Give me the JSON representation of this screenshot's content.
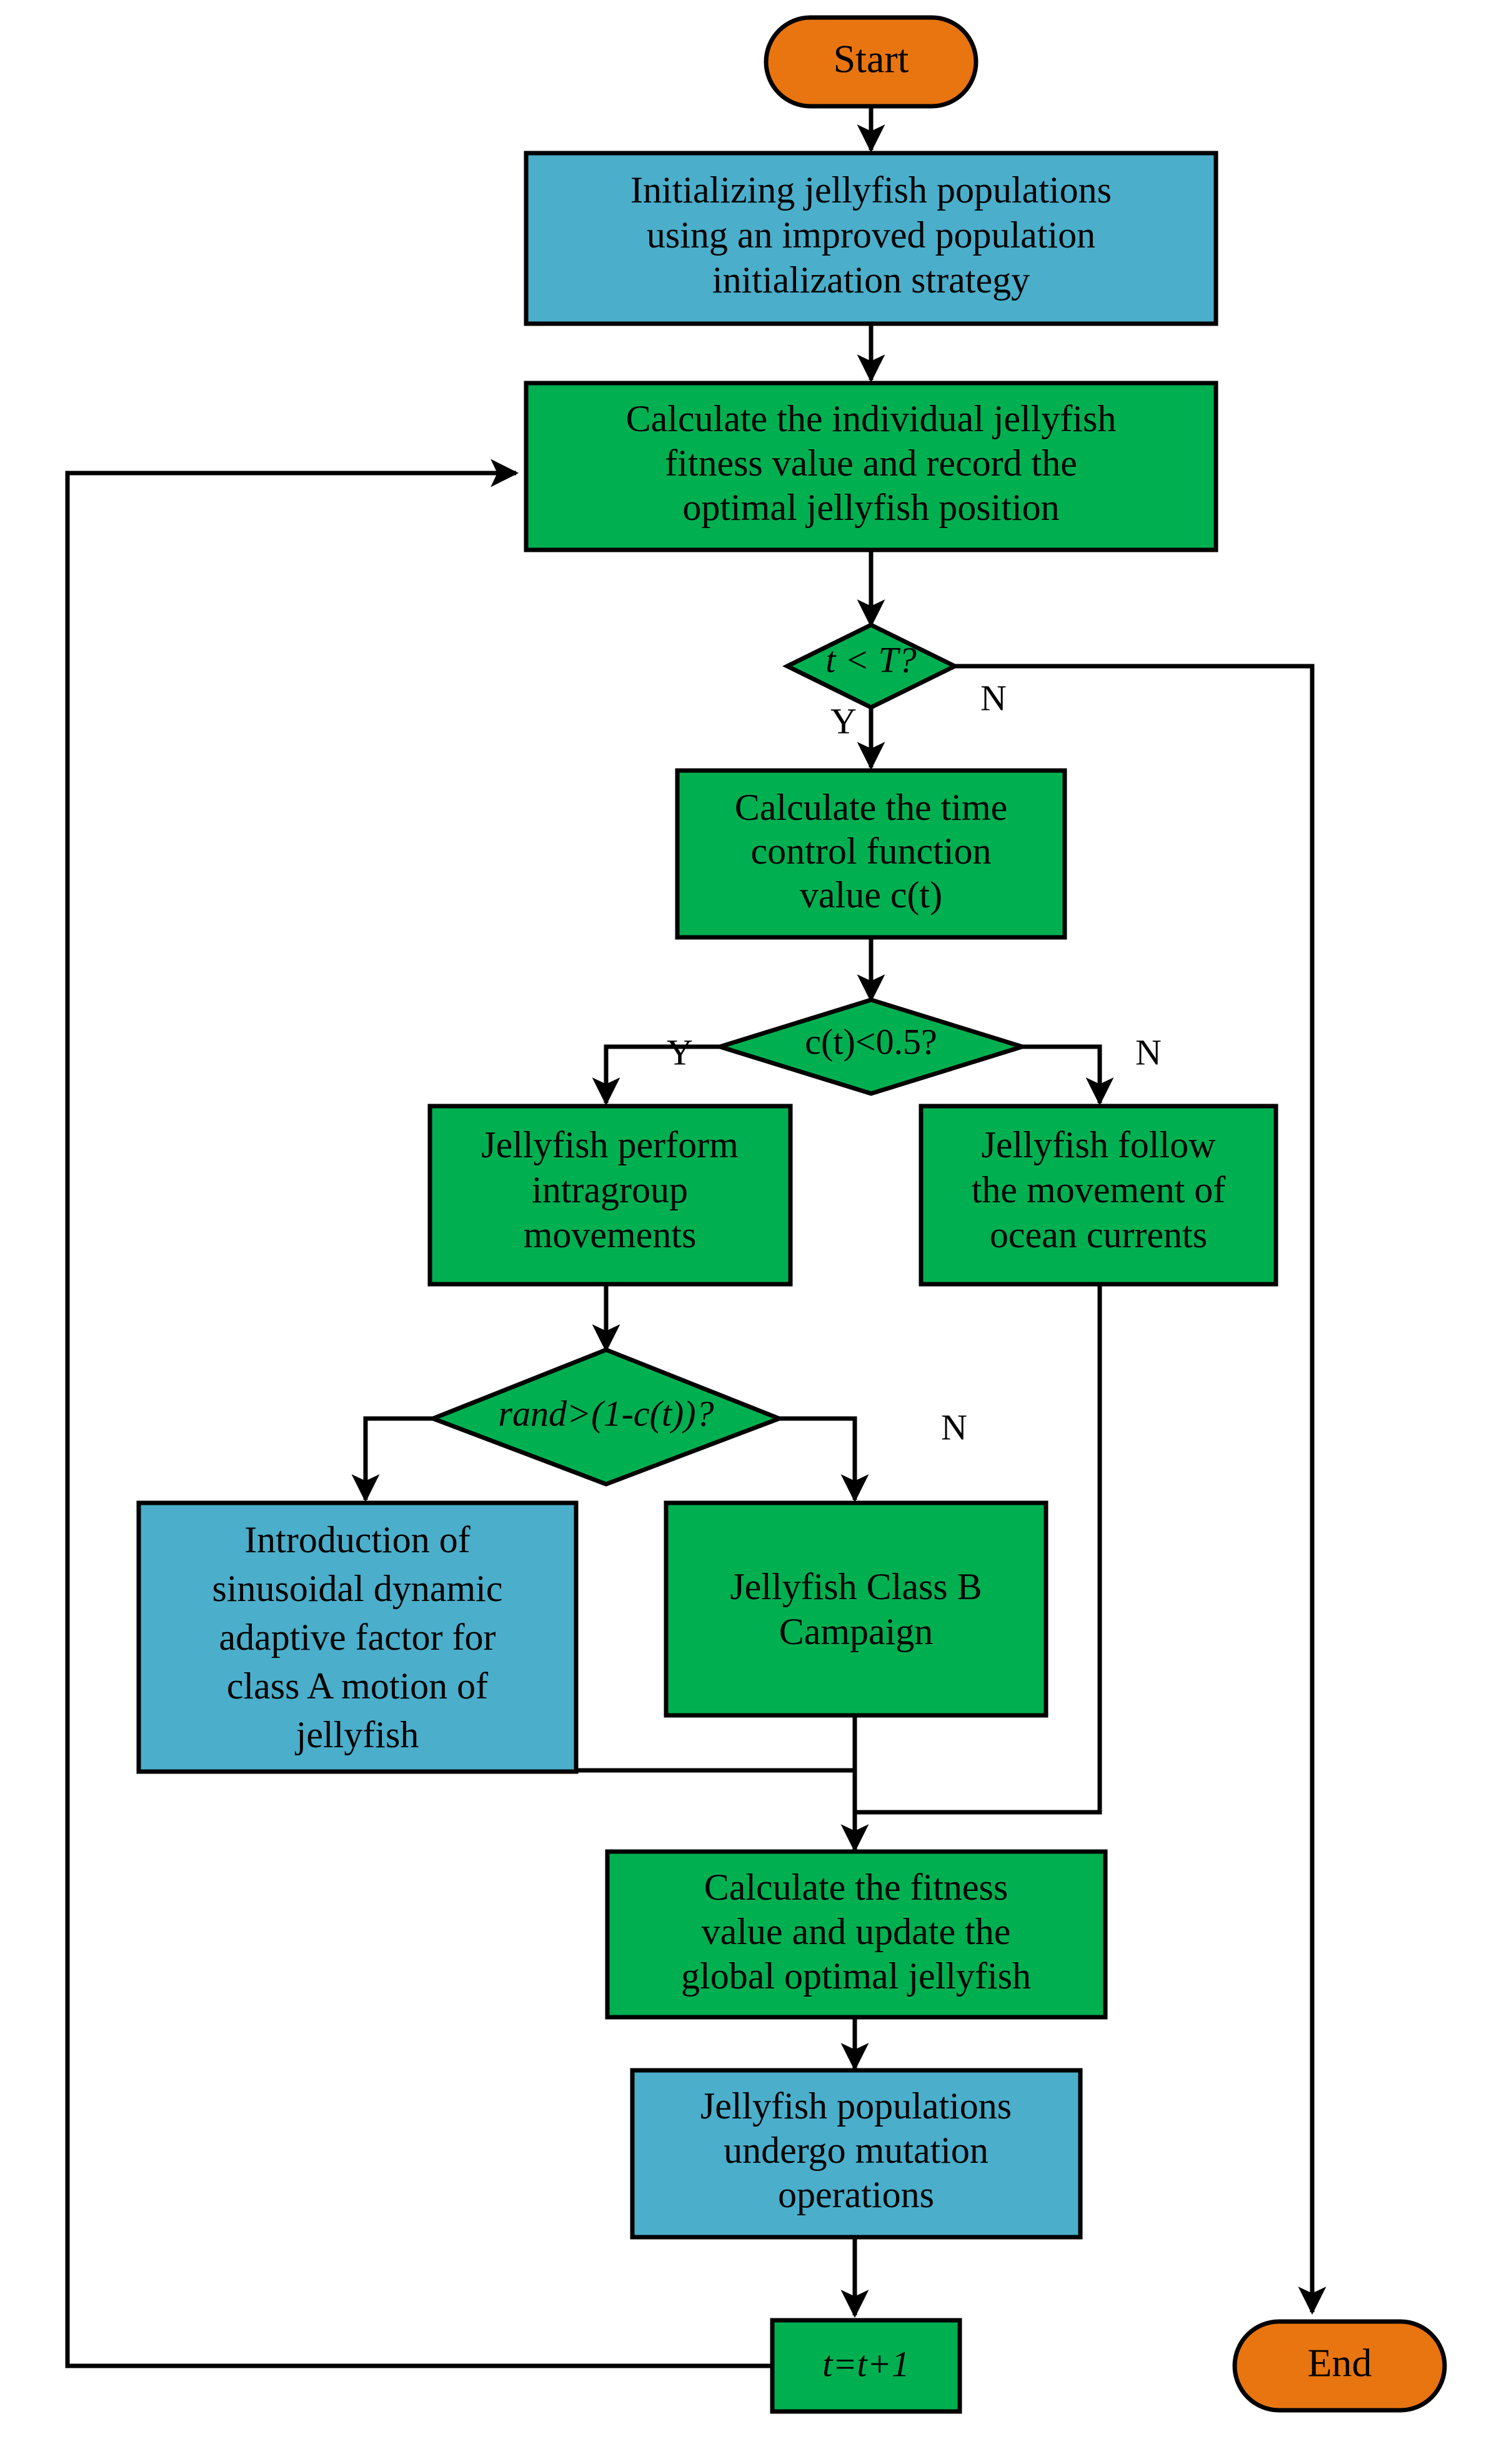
{
  "diagram": {
    "title": "Improved Jellyfish Search Algorithm Flowchart",
    "colors": {
      "terminal": "#E8750F",
      "process_green": "#00B050",
      "process_blue": "#4BAECA",
      "decision_green": "#00B050",
      "stroke": "#000000",
      "background": "#FFFFFF"
    },
    "nodes": {
      "start": {
        "label": "Start",
        "shape": "stadium",
        "color": "#E8750F"
      },
      "init": {
        "lines": [
          "Initializing jellyfish populations",
          "using an improved population",
          "initialization strategy"
        ],
        "shape": "rect",
        "color": "#4BAECA"
      },
      "fitness": {
        "lines": [
          "Calculate the individual jellyfish",
          "fitness value and record the",
          "optimal jellyfish position"
        ],
        "shape": "rect",
        "color": "#00B050"
      },
      "decision_t": {
        "label": "t < T?",
        "shape": "diamond",
        "color": "#00B050"
      },
      "timefunc": {
        "lines": [
          "Calculate the time",
          "control function",
          "value c(t)"
        ],
        "shape": "rect",
        "color": "#00B050"
      },
      "decision_c": {
        "label": "c(t)<0.5?",
        "shape": "diamond",
        "color": "#00B050"
      },
      "intragroup": {
        "lines": [
          "Jellyfish perform",
          "intragroup",
          "movements"
        ],
        "shape": "rect",
        "color": "#00B050"
      },
      "ocean": {
        "lines": [
          "Jellyfish follow",
          "the movement of",
          "ocean currents"
        ],
        "shape": "rect",
        "color": "#00B050"
      },
      "decision_rand": {
        "label": "rand>(1-c(t))?",
        "shape": "diamond",
        "color": "#00B050"
      },
      "sinusoidal": {
        "lines": [
          "Introduction of",
          "sinusoidal dynamic",
          "adaptive factor for",
          "class A motion of",
          "jellyfish"
        ],
        "shape": "rect",
        "color": "#4BAECA"
      },
      "classB": {
        "lines": [
          "Jellyfish Class B",
          "Campaign"
        ],
        "shape": "rect",
        "color": "#00B050"
      },
      "global": {
        "lines": [
          "Calculate the fitness",
          "value and update the",
          "global optimal jellyfish"
        ],
        "shape": "rect",
        "color": "#00B050"
      },
      "mutation": {
        "lines": [
          "Jellyfish populations",
          "undergo mutation",
          "operations"
        ],
        "shape": "rect",
        "color": "#4BAECA"
      },
      "increment": {
        "label": "t=t+1",
        "shape": "rect",
        "color": "#00B050"
      },
      "end": {
        "label": "End",
        "shape": "stadium",
        "color": "#E8750F"
      }
    },
    "edge_labels": {
      "t_yes": "Y",
      "t_no": "N",
      "c_yes": "Y",
      "c_no": "N",
      "rand_no": "N"
    }
  }
}
